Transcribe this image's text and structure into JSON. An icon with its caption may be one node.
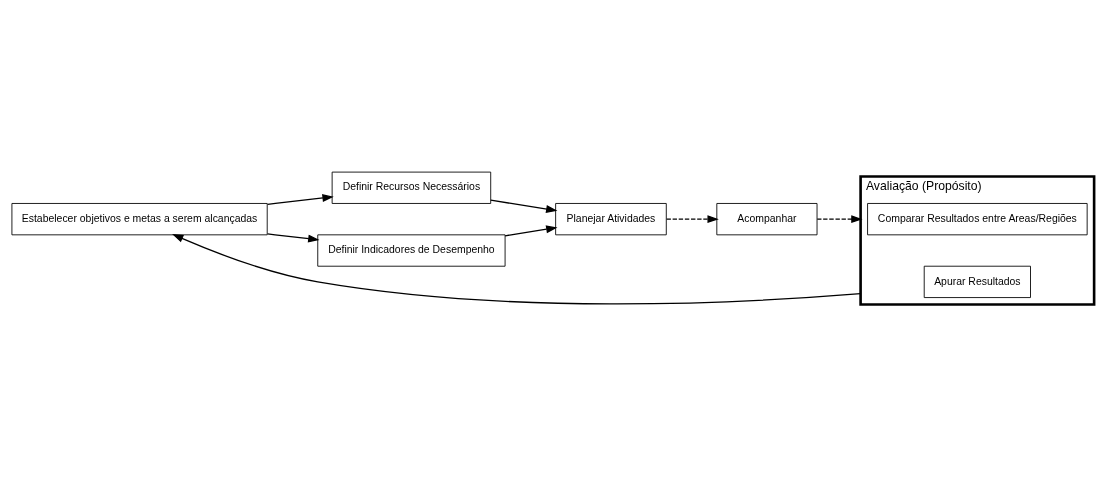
{
  "diagram": {
    "nodes": [
      {
        "text": [
          "Estabelecer objetivos e metas a serem alcançadas"
        ]
      },
      {
        "text": [
          "Definir Recursos Necessários"
        ]
      },
      {
        "text": [
          "Definir Indicadores de Desempenho"
        ]
      },
      {
        "text": [
          "Planejar Atividades"
        ]
      },
      {
        "text": [
          "Acompanhar"
        ]
      },
      {
        "text": [
          "Avaliação (Propósito)"
        ]
      },
      {
        "text": [
          "Comparar Resultados entre Areas/Regiões"
        ],
        "in": 5
      },
      {
        "text": [
          "Apurar Resultados"
        ],
        "in": 5
      }
    ],
    "edges": [
      {
        "from": 0,
        "to": 1,
        "arrow": "to"
      },
      {
        "from": 0,
        "to": 2,
        "arrow": "to"
      },
      {
        "from": 1,
        "to": 3,
        "arrow": "to"
      },
      {
        "from": 2,
        "to": 3,
        "arrow": "to"
      },
      {
        "from": 3,
        "to": 4,
        "arrow": "to",
        "style": "dashed"
      },
      {
        "from": 4,
        "to": 5,
        "arrow": "to",
        "style": "dashed"
      },
      {
        "from": 5,
        "to": 0,
        "arrow": "to"
      }
    ]
  }
}
